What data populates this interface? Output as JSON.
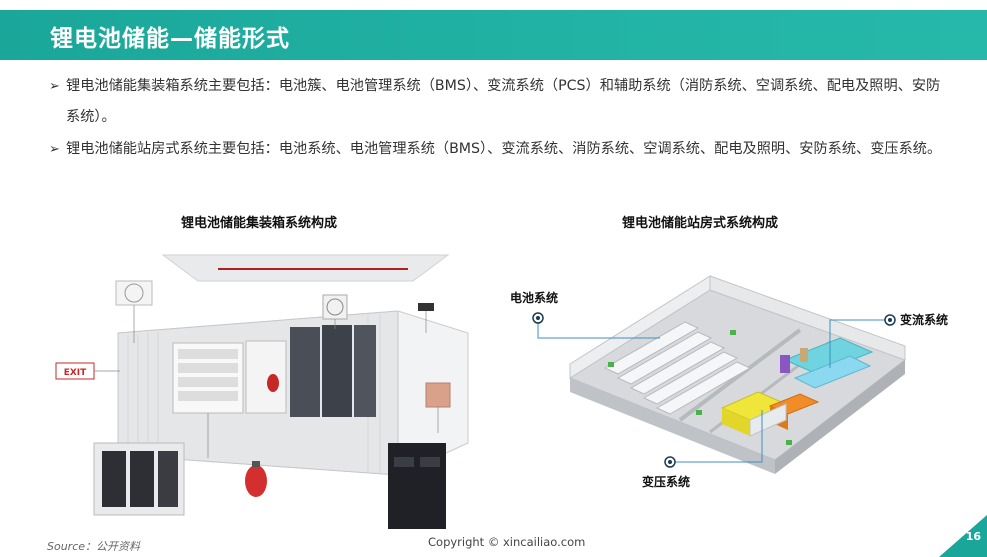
{
  "slide": {
    "title": "锂电池储能—储能形式",
    "bullets": [
      {
        "arrow": "➢",
        "text": "锂电池储能集装箱系统主要包括：电池簇、电池管理系统（BMS）、变流系统（PCS）和辅助系统（消防系统、空调系统、配电及照明、安防系统）。"
      },
      {
        "arrow": "➢",
        "text": "锂电池储能站房式系统主要包括：电池系统、电池管理系统（BMS）、变流系统、消防系统、空调系统、配电及照明、安防系统、变压系统。"
      }
    ],
    "figure_left": {
      "caption": "锂电池储能集装箱系统构成",
      "exit_sign": "EXIT"
    },
    "figure_right": {
      "caption": "锂电池储能站房式系统构成",
      "labels": {
        "battery": "电池系统",
        "converter": "变流系统",
        "transformer": "变压系统"
      }
    },
    "source": "Source：公开资料",
    "copyright": "Copyright © xincailiao.com",
    "page_number": "16"
  },
  "colors": {
    "title_bar": "#1aa79a",
    "callout_line": "#3f8fc0"
  }
}
